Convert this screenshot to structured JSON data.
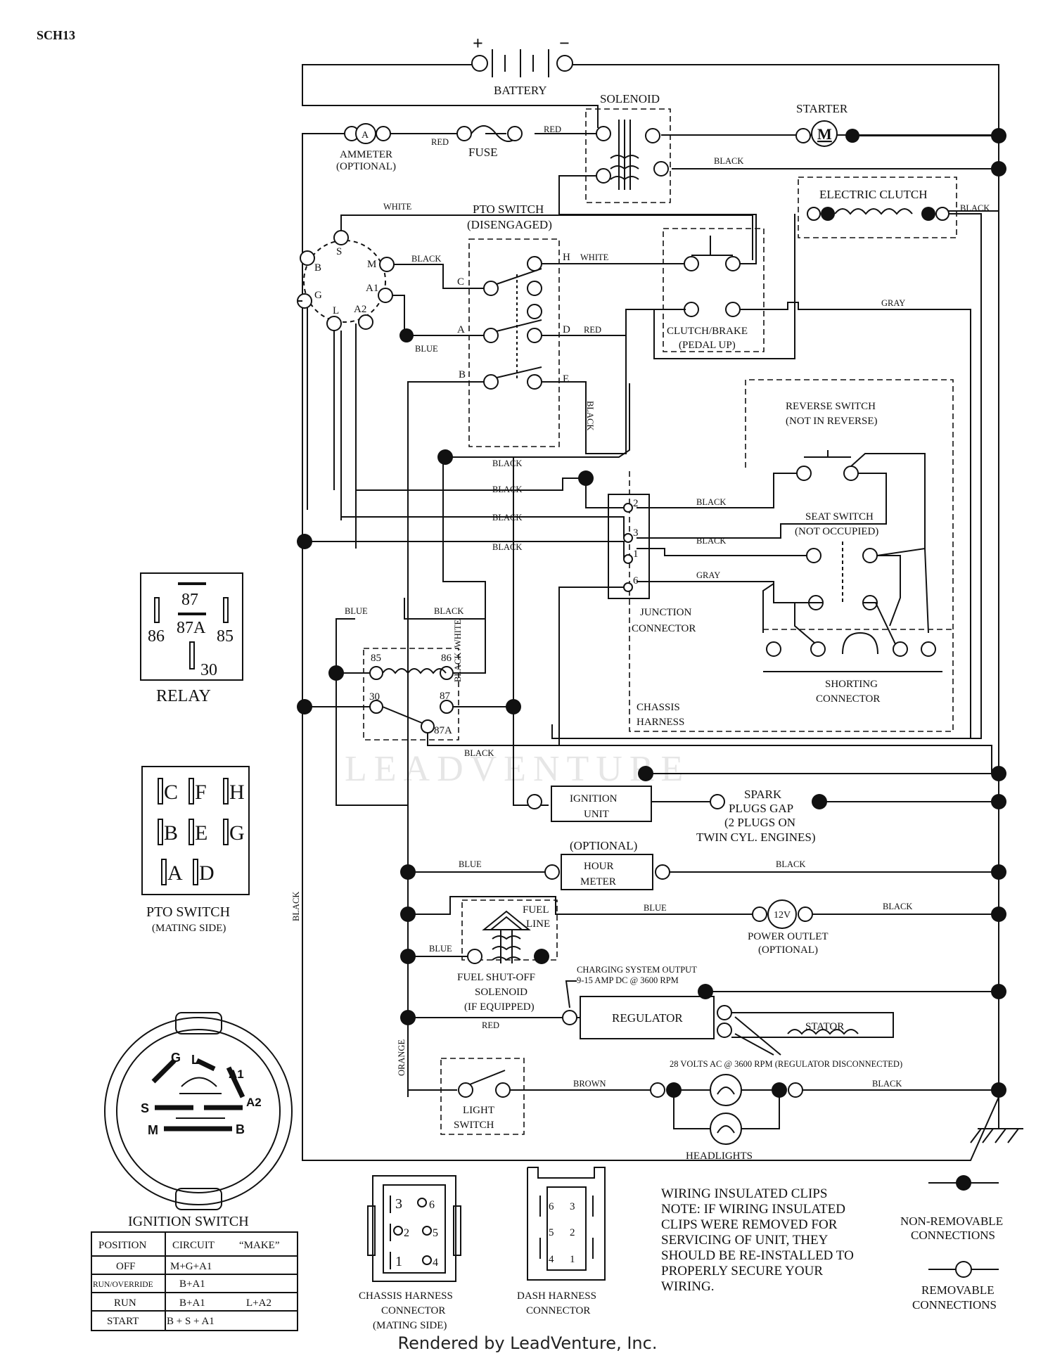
{
  "page_id": "SCH13",
  "footer": "Rendered by LeadVenture, Inc.",
  "watermark": "LEADVENTURE",
  "components": {
    "battery": "BATTERY",
    "battery_plus": "+",
    "battery_minus": "−",
    "solenoid": "SOLENOID",
    "starter": "STARTER",
    "starter_symbol": "M",
    "ammeter_line1": "AMMETER",
    "ammeter_line2": "(OPTIONAL)",
    "ammeter_symbol": "A",
    "fuse": "FUSE",
    "pto_switch_line1": "PTO SWITCH",
    "pto_switch_line2": "(DISENGAGED)",
    "electric_clutch": "ELECTRIC CLUTCH",
    "clutch_brake_line1": "CLUTCH/BRAKE",
    "clutch_brake_line2": "(PEDAL UP)",
    "reverse_switch_line1": "REVERSE SWITCH",
    "reverse_switch_line2": "(NOT IN REVERSE)",
    "seat_switch_line1": "SEAT SWITCH",
    "seat_switch_line2": "(NOT OCCUPIED)",
    "junction_connector_line1": "JUNCTION",
    "junction_connector_line2": "CONNECTOR",
    "shorting_connector_line1": "SHORTING",
    "shorting_connector_line2": "CONNECTOR",
    "chassis_harness_line1": "CHASSIS",
    "chassis_harness_line2": "HARNESS",
    "ignition_unit_line1": "IGNITION",
    "ignition_unit_line2": "UNIT",
    "spark_line1": "SPARK",
    "spark_line2": "PLUGS GAP",
    "spark_line3": "(2 PLUGS ON",
    "spark_line4": "TWIN CYL. ENGINES)",
    "hour_meter_optional": "(OPTIONAL)",
    "hour_meter_line1": "HOUR",
    "hour_meter_line2": "METER",
    "fuel_line_1": "FUEL",
    "fuel_line_2": "LINE",
    "fuel_solenoid_line1": "FUEL SHUT-OFF",
    "fuel_solenoid_line2": "SOLENOID",
    "fuel_solenoid_line3": "(IF EQUIPPED)",
    "power_outlet_symbol": "12V",
    "power_outlet_line1": "POWER OUTLET",
    "power_outlet_line2": "(OPTIONAL)",
    "charging_line1": "CHARGING SYSTEM OUTPUT",
    "charging_line2": "9-15 AMP DC @ 3600 RPM",
    "regulator": "REGULATOR",
    "stator": "STATOR",
    "stator_note": "28 VOLTS AC @ 3600 RPM (REGULATOR DISCONNECTED)",
    "light_switch_line1": "LIGHT",
    "light_switch_line2": "SWITCH",
    "headlights": "HEADLIGHTS"
  },
  "terminals": {
    "ign_b": "B",
    "ign_s": "S",
    "ign_m": "M",
    "ign_a1": "A1",
    "ign_a2": "A2",
    "ign_l": "L",
    "ign_g": "G",
    "pto_c": "C",
    "pto_h": "H",
    "pto_a": "A",
    "pto_d": "D",
    "pto_b": "B",
    "pto_e": "E",
    "relay_85": "85",
    "relay_86": "86",
    "relay_30": "30",
    "relay_87": "87",
    "relay_87a": "87A",
    "jc_2": "2",
    "jc_3": "3",
    "jc_1": "1",
    "jc_6": "6"
  },
  "wires": {
    "red": "RED",
    "black": "BLACK",
    "white": "WHITE",
    "blue": "BLUE",
    "gray": "GRAY",
    "orange": "ORANGE",
    "brown": "BROWN",
    "black_white": "BLACK /WHITE"
  },
  "relay_legend": {
    "title": "RELAY",
    "pins": [
      "87",
      "87A",
      "86",
      "85",
      "30"
    ]
  },
  "pto_mating": {
    "title": "PTO SWITCH",
    "subtitle": "(MATING SIDE)",
    "pins": [
      [
        "C",
        "F",
        "H"
      ],
      [
        "B",
        "E",
        "G"
      ],
      [
        "A",
        "D"
      ]
    ]
  },
  "ignition_face": {
    "labels": [
      "G",
      "L",
      "A1",
      "A2",
      "S",
      "M",
      "B"
    ]
  },
  "ignition_table": {
    "title": "IGNITION SWITCH",
    "headers": [
      "POSITION",
      "CIRCUIT",
      "“MAKE”"
    ],
    "rows": [
      [
        "OFF",
        "M+G+A1",
        ""
      ],
      [
        "RUN/OVERRIDE",
        "B+A1",
        ""
      ],
      [
        "RUN",
        "B+A1",
        "L+A2"
      ],
      [
        "START",
        "B + S + A1",
        ""
      ]
    ]
  },
  "chassis_connector": {
    "line1": "CHASSIS HARNESS",
    "line2": "CONNECTOR",
    "line3": "(MATING SIDE)",
    "pins": [
      "3",
      "6",
      "2",
      "5",
      "1",
      "4"
    ]
  },
  "dash_connector": {
    "line1": "DASH HARNESS",
    "line2": "CONNECTOR",
    "pins": [
      "6",
      "3",
      "5",
      "2",
      "4",
      "1"
    ]
  },
  "notes": {
    "line1": "WIRING INSULATED CLIPS",
    "line2": "NOTE:  IF WIRING INSULATED",
    "line3": "CLIPS WERE REMOVED FOR",
    "line4": "SERVICING OF UNIT, THEY",
    "line5": "SHOULD BE RE-INSTALLED TO",
    "line6": "PROPERLY SECURE YOUR",
    "line7": "WIRING."
  },
  "legend": {
    "non_removable_line1": "NON-REMOVABLE",
    "non_removable_line2": "CONNECTIONS",
    "removable_line1": "REMOVABLE",
    "removable_line2": "CONNECTIONS"
  }
}
